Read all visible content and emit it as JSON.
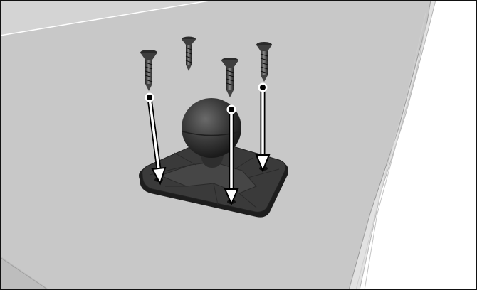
{
  "illustration": {
    "subject": "ball-mount-base-screw-installation",
    "colors": {
      "surface": "#c9c9c9",
      "surface_light": "#d6d6d6",
      "edge": "#ffffff",
      "frame": "#111111",
      "part_dark": "#1c1c1c",
      "part_mid": "#3a3a3a",
      "part_light": "#5e5e5e",
      "arrow_fill": "#ffffff",
      "arrow_stroke": "#000000"
    },
    "screws": [
      {
        "id": "screw-rear-left"
      },
      {
        "id": "screw-rear-center"
      },
      {
        "id": "screw-front-center"
      },
      {
        "id": "screw-rear-right"
      }
    ],
    "arrows": [
      {
        "id": "arrow-left"
      },
      {
        "id": "arrow-center"
      },
      {
        "id": "arrow-right"
      }
    ]
  }
}
